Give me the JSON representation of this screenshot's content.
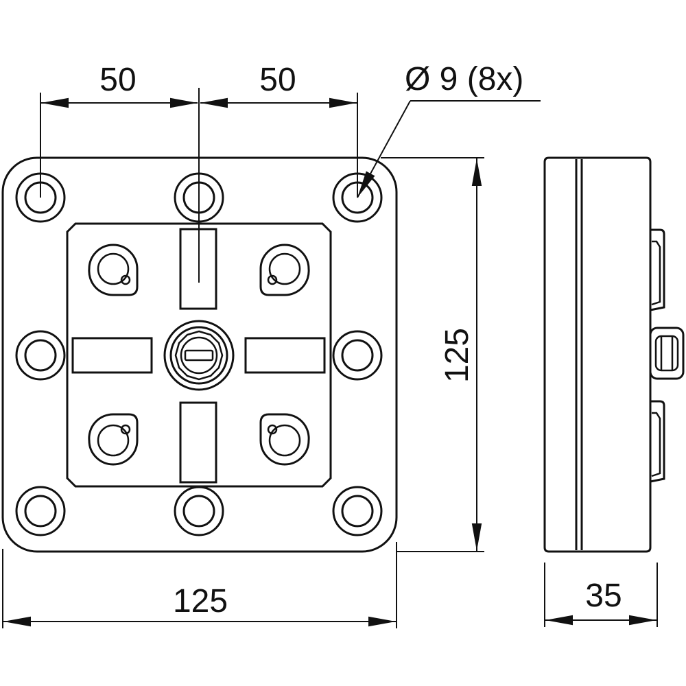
{
  "dimensions": {
    "top_left_spacing": "50",
    "top_right_spacing": "50",
    "hole_callout": "Ø 9 (8x)",
    "width": "125",
    "height": "125",
    "depth": "35"
  },
  "colors": {
    "line": "#111111",
    "background": "#ffffff"
  }
}
